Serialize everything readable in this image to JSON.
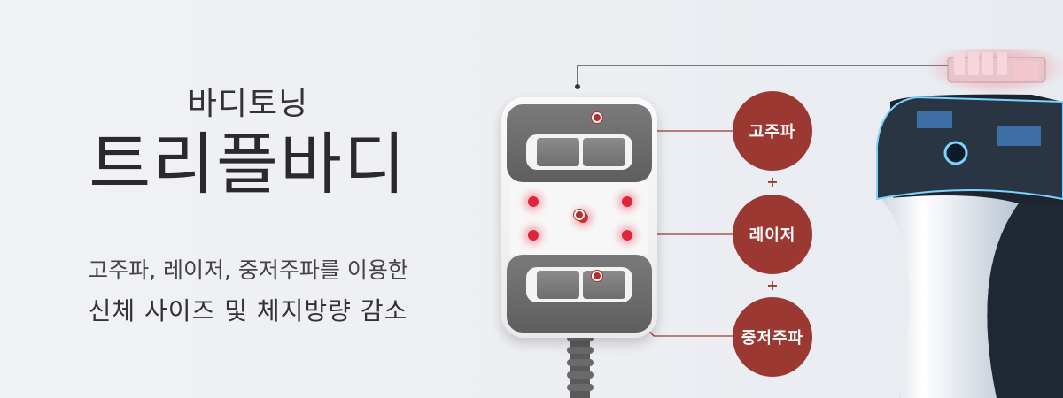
{
  "heading": {
    "subtitle": "바디토닝",
    "title": "트리플바디"
  },
  "description": {
    "line1": "고주파, 레이저, 중저주파를 이용한",
    "line2": "신체 사이즈 및 체지방량 감소"
  },
  "features": [
    {
      "label": "고주파"
    },
    {
      "label": "레이저"
    },
    {
      "label": "중저주파"
    }
  ],
  "plus_sign": "+",
  "colors": {
    "accent": "#9b3832",
    "led": "#e0243c",
    "background": "#eef0f4"
  }
}
